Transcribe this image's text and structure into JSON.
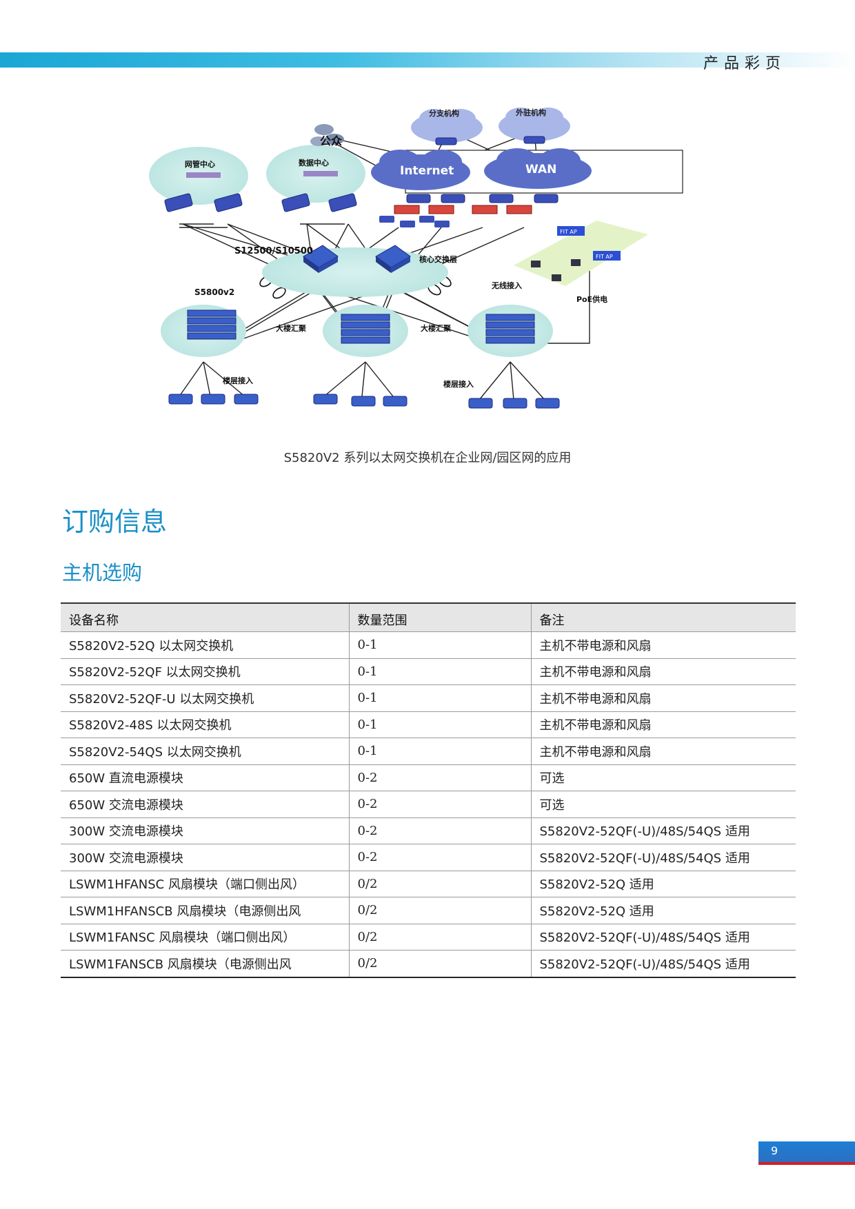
{
  "header": {
    "label": "产品彩页"
  },
  "diagram": {
    "labels": {
      "public": "公众",
      "branch": "分支机构",
      "outpost": "外驻机构",
      "internet": "Internet",
      "wan": "WAN",
      "netmgmt": "网管中心",
      "datacenter": "数据中心",
      "core_model": "S12500/S10500",
      "core_layer": "核心交换层",
      "agg_model": "S5800v2",
      "building_agg_1": "大楼汇聚",
      "building_agg_2": "大楼汇聚",
      "floor_access_1": "楼层接入",
      "floor_access_2": "楼层接入",
      "wireless": "无线接入",
      "poe": "PoE供电",
      "fitap_1": "FIT AP",
      "fitap_2": "FIT AP"
    }
  },
  "caption": "S5820V2 系列以太网交换机在企业网/园区网的应用",
  "section_title": "订购信息",
  "subsection_title": "主机选购",
  "table": {
    "headers": [
      "设备名称",
      "数量范围",
      "备注"
    ],
    "rows": [
      [
        "S5820V2-52Q 以太网交换机",
        "0-1",
        "主机不带电源和风扇"
      ],
      [
        "S5820V2-52QF 以太网交换机",
        "0-1",
        "主机不带电源和风扇"
      ],
      [
        "S5820V2-52QF-U 以太网交换机",
        "0-1",
        "主机不带电源和风扇"
      ],
      [
        "S5820V2-48S 以太网交换机",
        "0-1",
        "主机不带电源和风扇"
      ],
      [
        "S5820V2-54QS 以太网交换机",
        "0-1",
        "主机不带电源和风扇"
      ],
      [
        "650W 直流电源模块",
        "0-2",
        "可选"
      ],
      [
        "650W 交流电源模块",
        "0-2",
        "可选"
      ],
      [
        "300W 交流电源模块",
        "0-2",
        "S5820V2-52QF(-U)/48S/54QS 适用"
      ],
      [
        "300W 交流电源模块",
        "0-2",
        "S5820V2-52QF(-U)/48S/54QS 适用"
      ],
      [
        "LSWM1HFANSC 风扇模块（端口侧出风）",
        "0/2",
        "S5820V2-52Q 适用"
      ],
      [
        "LSWM1HFANSCB 风扇模块（电源侧出风",
        "0/2",
        "S5820V2-52Q 适用"
      ],
      [
        "LSWM1FANSC 风扇模块（端口侧出风）",
        "0/2",
        "S5820V2-52QF(-U)/48S/54QS 适用"
      ],
      [
        "LSWM1FANSCB 风扇模块（电源侧出风",
        "0/2",
        "S5820V2-52QF(-U)/48S/54QS 适用"
      ]
    ]
  },
  "page_number": "9",
  "colors": {
    "accent": "#1a8fc8",
    "page_tab": "#1c7fd6",
    "page_tab_underline": "#d21f26"
  }
}
